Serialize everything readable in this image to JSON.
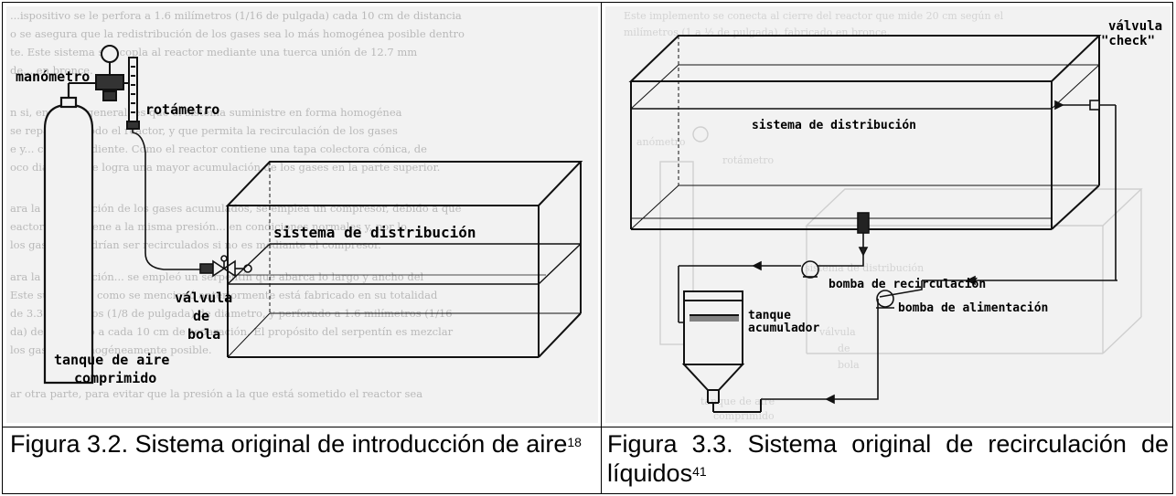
{
  "figures": [
    {
      "caption": "Figura 3.2. Sistema original de introducción de aire",
      "ref": "18",
      "labels": {
        "manometer": "manómetro",
        "rotameter": "rotámetro",
        "distribution": "sistema de distribución",
        "valve_line1": "válvula",
        "valve_line2": "de",
        "valve_line3": "bola",
        "tank_line1": "tanque de aire",
        "tank_line2": "comprimido"
      }
    },
    {
      "caption": "Figura 3.3. Sistema original de recirculación de líquidos",
      "ref": "41",
      "labels": {
        "check_valve_line1": "válvula",
        "check_valve_line2": "\"check\"",
        "distribution": "sistema de distribución",
        "recirc_pump": "bomba de recirculación",
        "feed_pump": "bomba de alimentación",
        "tank_line1": "tanque",
        "tank_line2": "acumulador"
      }
    }
  ]
}
